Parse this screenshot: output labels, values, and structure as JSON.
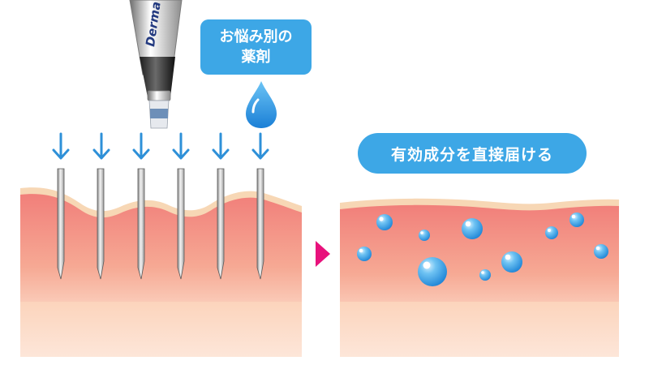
{
  "callouts": {
    "drug_line1": "お悩み別の",
    "drug_line2": "薬剤",
    "effect": "有効成分を直接届ける"
  },
  "device": {
    "brand": "Derma"
  },
  "colors": {
    "callout_fill": "#3da7e6",
    "arrow_blue": "#2e90d8",
    "skin_top": "#f17f7a",
    "skin_bottom": "#fde2d6",
    "skin_surface": "#f8d8b6",
    "transition_arrow": "#e8127c",
    "drop_blue": "#2e9fe5"
  },
  "icons": {
    "needle_pen": "microneedle-pen-icon",
    "drop": "water-drop-icon",
    "down_arrow": "down-arrow-icon",
    "next_arrow": "triangle-right-icon"
  }
}
